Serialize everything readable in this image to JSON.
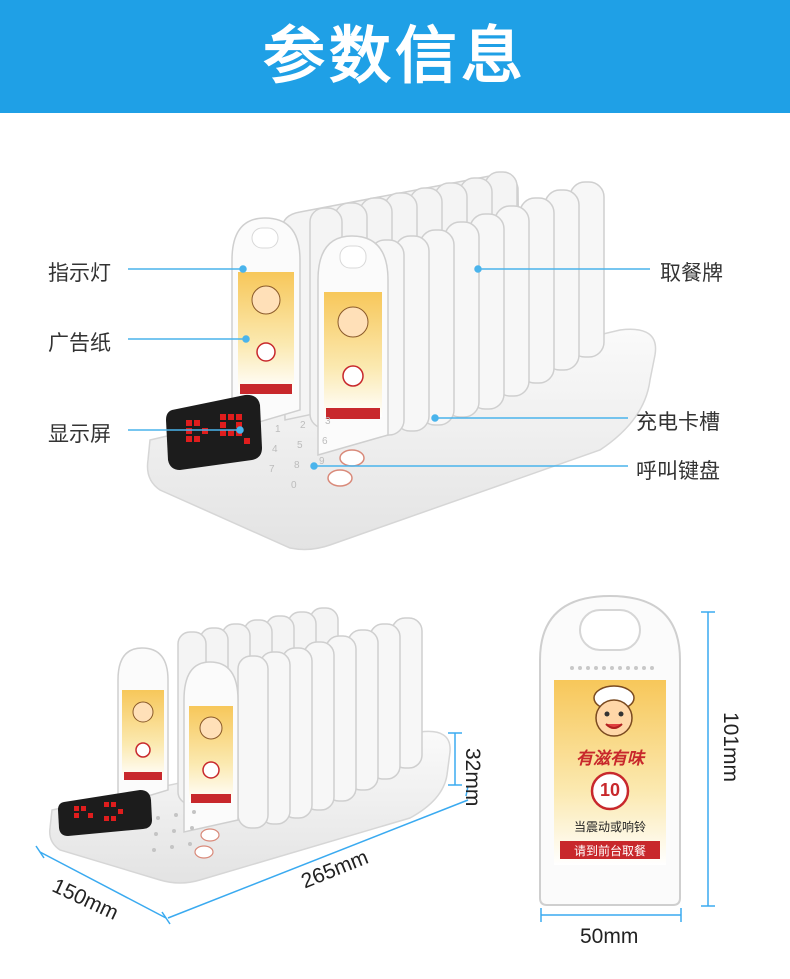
{
  "header": {
    "title": "参数信息"
  },
  "colors": {
    "banner": "#1fa0e6",
    "leader_line": "#4ab4ec",
    "dimension_line": "#3aaaf0",
    "pager_card_top": "#c8282c"
  },
  "callouts_left": [
    {
      "label": "指示灯"
    },
    {
      "label": "广告纸"
    },
    {
      "label": "显示屏"
    }
  ],
  "callouts_right": [
    {
      "label": "取餐牌"
    },
    {
      "label": "充电卡槽"
    },
    {
      "label": "呼叫键盘"
    }
  ],
  "pager_card": {
    "brand": "有滋有味",
    "number": "10",
    "line1": "当震动或响铃",
    "line2": "请到前台取餐"
  },
  "dimensions": {
    "height_base": "32mm",
    "length": "265mm",
    "width": "150mm",
    "pager_height": "101mm",
    "pager_width": "50mm"
  }
}
